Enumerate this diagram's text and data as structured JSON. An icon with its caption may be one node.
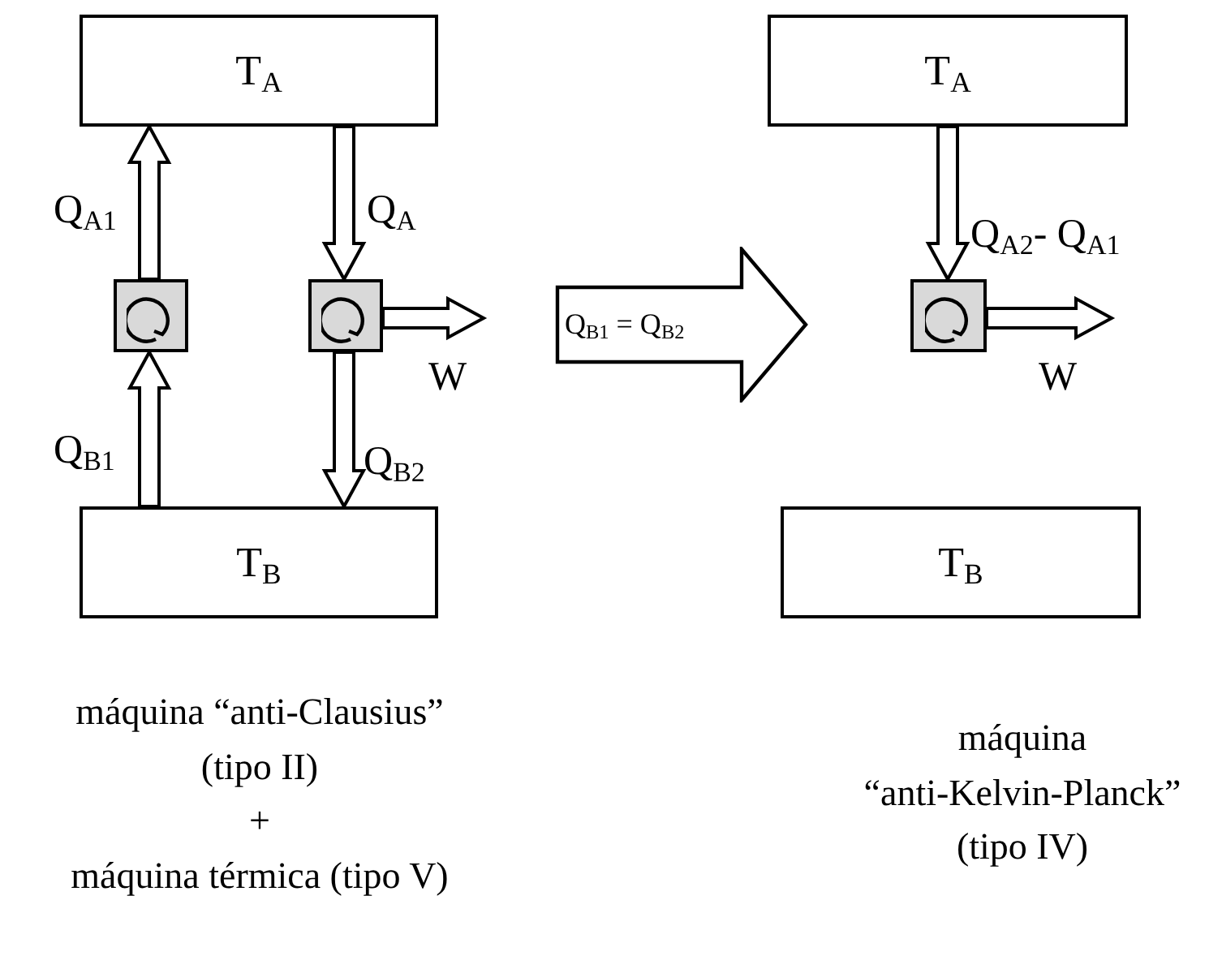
{
  "diagram": {
    "nodes": [
      {
        "text": [
          "T$_{A}$"
        ]
      },
      {
        "text": [],
        "shape": "box"
      },
      {
        "text": [],
        "shape": "box"
      },
      {
        "text": [
          "T$_{B}$"
        ]
      },
      {
        "text": [
          "Q$_{B1}$ = Q$_{B2}$"
        ]
      },
      {
        "text": [
          "T$_{A}$"
        ]
      },
      {
        "text": [],
        "shape": "box"
      },
      {
        "text": [
          "T$_{B}$"
        ]
      }
    ],
    "edges": [
      {
        "from": 1,
        "to": 0,
        "arrow": "to",
        "label": "Q$_{A1}$"
      },
      {
        "from": 0,
        "to": 2,
        "arrow": "to",
        "label": "Q$_{A}$"
      },
      {
        "from": 3,
        "to": 1,
        "arrow": "to",
        "label": "Q$_{B1}$"
      },
      {
        "from": 2,
        "to": 3,
        "arrow": "to",
        "label": "Q$_{B2}$"
      },
      {
        "from": 2,
        "to": null,
        "arrow": "to",
        "label": "W"
      },
      {
        "from": 5,
        "to": 6,
        "arrow": "to",
        "label": "Q$_{A2}$- Q$_{A1}$"
      },
      {
        "from": 6,
        "to": null,
        "arrow": "to",
        "label": "W"
      }
    ],
    "labels": [
      "máquina “anti-Clausius”",
      "(tipo II)",
      "+",
      "máquina térmica (tipo V)",
      "máquina",
      "“anti-Kelvin-Planck”",
      "(tipo IV)"
    ]
  }
}
